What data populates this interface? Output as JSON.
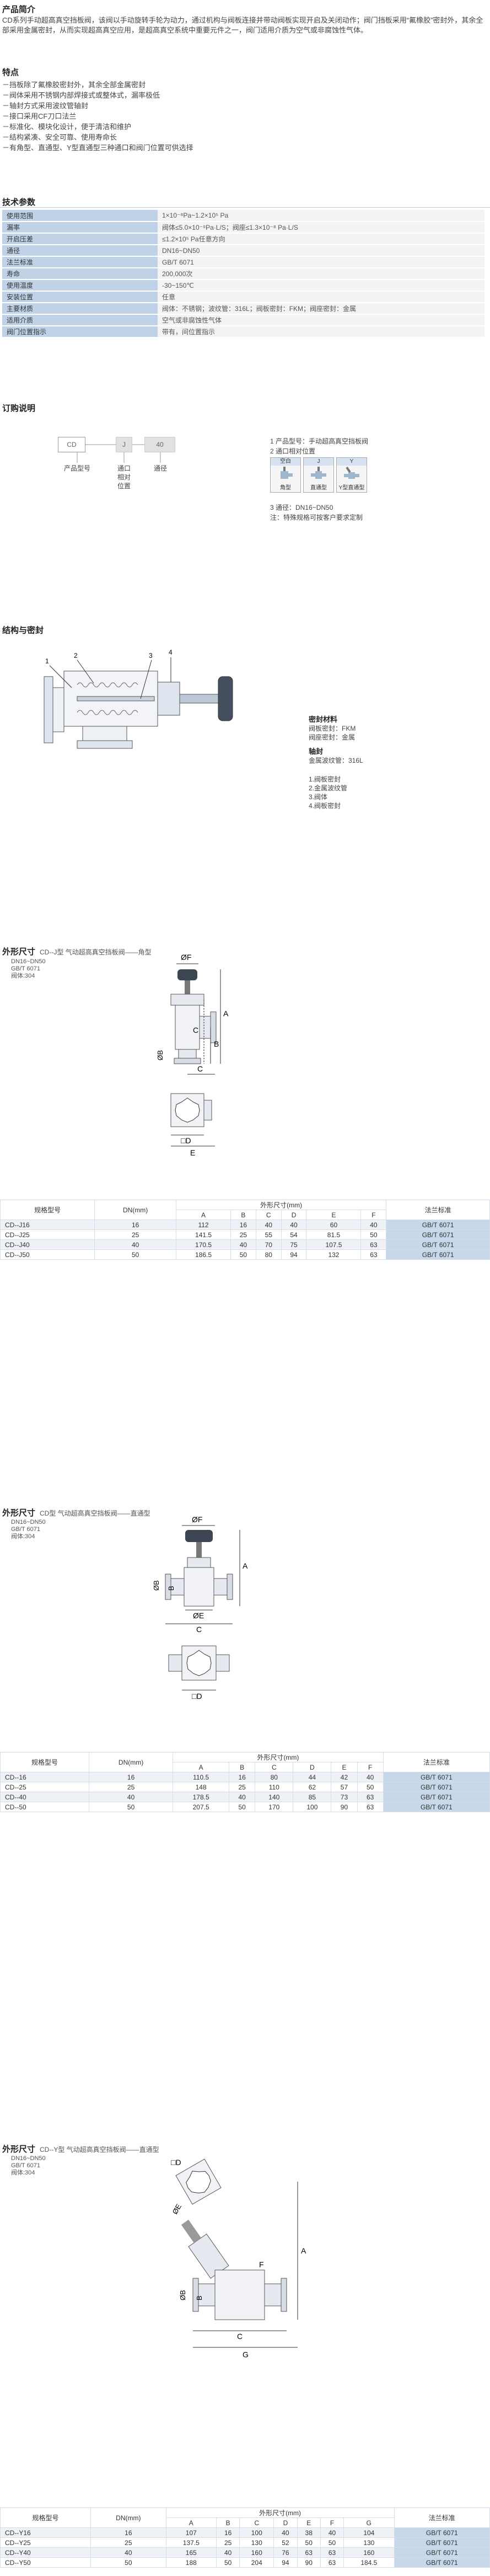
{
  "intro": {
    "title": "产品简介",
    "paragraph": "CD系列手动超高真空挡板阀，该阀以手动旋转手轮为动力，通过机构与阀板连接并带动阀板实现开启及关闭动作；阀门挡板采用“氟橡胶”密封外，其余全部采用金属密封，从而实现超高真空应用，是超高真空系统中重要元件之一，阀门适用介质为空气或非腐蚀性气体。",
    "features_title": "特点",
    "features": [
      "－挡板除了氟橡胶密封外，其余全部金属密封",
      "－阀体采用不锈钢内部焊接式或整体式，漏率极低",
      "－轴封方式采用波纹管轴封",
      "－接口采用CF刀口法兰",
      "－标准化、模块化设计，便于清洁和维护",
      "－结构紧凑、安全可靠、使用寿命长",
      "－有角型、直通型、Y型直通型三种通口和阀门位置可供选择"
    ]
  },
  "params": {
    "title": "技术参数",
    "rows": [
      {
        "k": "使用范围",
        "v": "1×10⁻⁸Pa~1.2×10⁵ Pa"
      },
      {
        "k": "漏率",
        "v": "阀体≤5.0×10⁻⁹Pa·L/S；阀座≤1.3×10⁻⁸ Pa·L/S"
      },
      {
        "k": "开启压差",
        "v": "≤1.2×10⁵ Pa任意方向"
      },
      {
        "k": "通径",
        "v": "DN16~DN50"
      },
      {
        "k": "法兰标准",
        "v": "GB/T 6071"
      },
      {
        "k": "寿命",
        "v": "200,000次"
      },
      {
        "k": "使用温度",
        "v": "-30~150℃"
      },
      {
        "k": "安装位置",
        "v": "任意"
      },
      {
        "k": "主要材质",
        "v": "阀体：不锈钢；波纹管：316L；阀板密封：FKM；阀座密封：金属"
      },
      {
        "k": "适用介质",
        "v": "空气或非腐蚀性气体"
      },
      {
        "k": "阀门位置指示",
        "v": "带有，间位置指示"
      }
    ]
  },
  "order": {
    "title": "订购说明",
    "boxes": [
      "CD",
      "J",
      "40"
    ],
    "labels": [
      "产品型号",
      "通口\n相对\n位置",
      "通径"
    ],
    "desc": [
      "1 产品型号：手动超高真空挡板阀",
      "2 通口相对位置"
    ],
    "seal_types": [
      {
        "head": "空白",
        "foot": "角型"
      },
      {
        "head": "J",
        "foot": "直通型"
      },
      {
        "head": "Y",
        "foot": "Y型直通型"
      }
    ],
    "desc2": [
      "3 通径：DN16~DN50",
      "注：特殊规格可按客户要求定制"
    ]
  },
  "structure": {
    "title": "结构与密封",
    "callouts": [
      "1",
      "2",
      "3",
      "4"
    ],
    "seal_title": "密封材料",
    "seal_lines": [
      "阀板密封：FKM",
      "阀座密封：金属"
    ],
    "shaft_title": "轴封",
    "shaft_lines": [
      "金属波纹管：316L"
    ],
    "legend": [
      "1.阀板密封",
      "2.金属波纹管",
      "3.阀体",
      "4.阀板密封"
    ]
  },
  "dim1": {
    "label": "外形尺寸",
    "subtitle": "CD--J型 气动超高真空挡板阀——角型",
    "notes": [
      "DN16~DN50",
      "GB/T 6071",
      "阀体:304"
    ],
    "dims": [
      "ØF",
      "A",
      "B",
      "C",
      "ØB",
      "C",
      "□D",
      "E"
    ],
    "table": {
      "col1": "规格型号",
      "col2": "DN(mm)",
      "group": "外形尺寸(mm)",
      "cols": [
        "A",
        "B",
        "C",
        "D",
        "E",
        "F"
      ],
      "std": "法兰标准",
      "rows": [
        {
          "m": "CD--J16",
          "dn": "16",
          "v": [
            "112",
            "16",
            "40",
            "40",
            "60",
            "40"
          ],
          "s": "GB/T 6071"
        },
        {
          "m": "CD--J25",
          "dn": "25",
          "v": [
            "141.5",
            "25",
            "55",
            "54",
            "81.5",
            "50"
          ],
          "s": "GB/T 6071"
        },
        {
          "m": "CD--J40",
          "dn": "40",
          "v": [
            "170.5",
            "40",
            "70",
            "75",
            "107.5",
            "63"
          ],
          "s": "GB/T 6071"
        },
        {
          "m": "CD--J50",
          "dn": "50",
          "v": [
            "186.5",
            "50",
            "80",
            "94",
            "132",
            "63"
          ],
          "s": "GB/T 6071"
        }
      ]
    }
  },
  "dim2": {
    "label": "外形尺寸",
    "subtitle": "CD型 气动超高真空挡板阀——直通型",
    "notes": [
      "DN16~DN50",
      "GB/T 6071",
      "阀体:304"
    ],
    "dims": [
      "ØF",
      "A",
      "ØB",
      "B",
      "ØE",
      "C",
      "□D"
    ],
    "table": {
      "col1": "规格型号",
      "col2": "DN(mm)",
      "group": "外形尺寸(mm)",
      "cols": [
        "A",
        "B",
        "C",
        "D",
        "E",
        "F"
      ],
      "std": "法兰标准",
      "rows": [
        {
          "m": "CD--16",
          "dn": "16",
          "v": [
            "110.5",
            "16",
            "80",
            "44",
            "42",
            "40"
          ],
          "s": "GB/T 6071"
        },
        {
          "m": "CD--25",
          "dn": "25",
          "v": [
            "148",
            "25",
            "110",
            "62",
            "57",
            "50"
          ],
          "s": "GB/T 6071"
        },
        {
          "m": "CD--40",
          "dn": "40",
          "v": [
            "178.5",
            "40",
            "140",
            "85",
            "73",
            "63"
          ],
          "s": "GB/T 6071"
        },
        {
          "m": "CD--50",
          "dn": "50",
          "v": [
            "207.5",
            "50",
            "170",
            "100",
            "90",
            "63"
          ],
          "s": "GB/T 6071"
        }
      ]
    }
  },
  "dim3": {
    "label": "外形尺寸",
    "subtitle": "CD--Y型 气动超高真空挡板阀——直通型",
    "notes": [
      "DN16~DN50",
      "GB/T 6071",
      "阀体:304"
    ],
    "dims": [
      "□D",
      "ØE",
      "A",
      "ØB",
      "B",
      "C",
      "G",
      "F"
    ],
    "table": {
      "col1": "规格型号",
      "col2": "DN(mm)",
      "group": "外形尺寸(mm)",
      "cols": [
        "A",
        "B",
        "C",
        "D",
        "E",
        "F",
        "G"
      ],
      "std": "法兰标准",
      "rows": [
        {
          "m": "CD--Y16",
          "dn": "16",
          "v": [
            "107",
            "16",
            "100",
            "40",
            "38",
            "40",
            "104"
          ],
          "s": "GB/T 6071"
        },
        {
          "m": "CD--Y25",
          "dn": "25",
          "v": [
            "137.5",
            "25",
            "130",
            "52",
            "50",
            "50",
            "130"
          ],
          "s": "GB/T 6071"
        },
        {
          "m": "CD--Y40",
          "dn": "40",
          "v": [
            "165",
            "40",
            "160",
            "76",
            "63",
            "63",
            "160"
          ],
          "s": "GB/T 6071"
        },
        {
          "m": "CD--Y50",
          "dn": "50",
          "v": [
            "188",
            "50",
            "204",
            "94",
            "90",
            "63",
            "184.5"
          ],
          "s": "GB/T 6071"
        }
      ]
    }
  }
}
